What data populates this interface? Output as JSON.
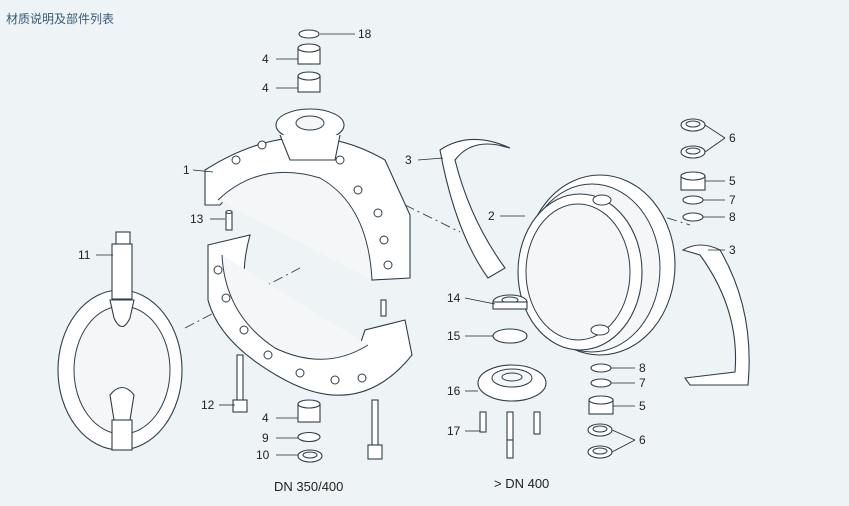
{
  "title": "材质说明及部件列表",
  "captions": {
    "left": "DN 350/400",
    "right": "> DN 400"
  },
  "callouts": {
    "c18": "18",
    "c4a": "4",
    "c4b": "4",
    "c1": "1",
    "c13": "13",
    "c11": "11",
    "c12": "12",
    "c4c": "4",
    "c9": "9",
    "c10": "10",
    "c3a": "3",
    "c2": "2",
    "c14": "14",
    "c15": "15",
    "c16": "16",
    "c17": "17",
    "c6a": "6",
    "c5a": "5",
    "c7a": "7",
    "c8a": "8",
    "c3b": "3",
    "c8b": "8",
    "c7b": "7",
    "c5b": "5",
    "c6b": "6"
  },
  "colors": {
    "background": "#eef3f6",
    "line": "#2f3e4a",
    "title": "#345a76"
  }
}
